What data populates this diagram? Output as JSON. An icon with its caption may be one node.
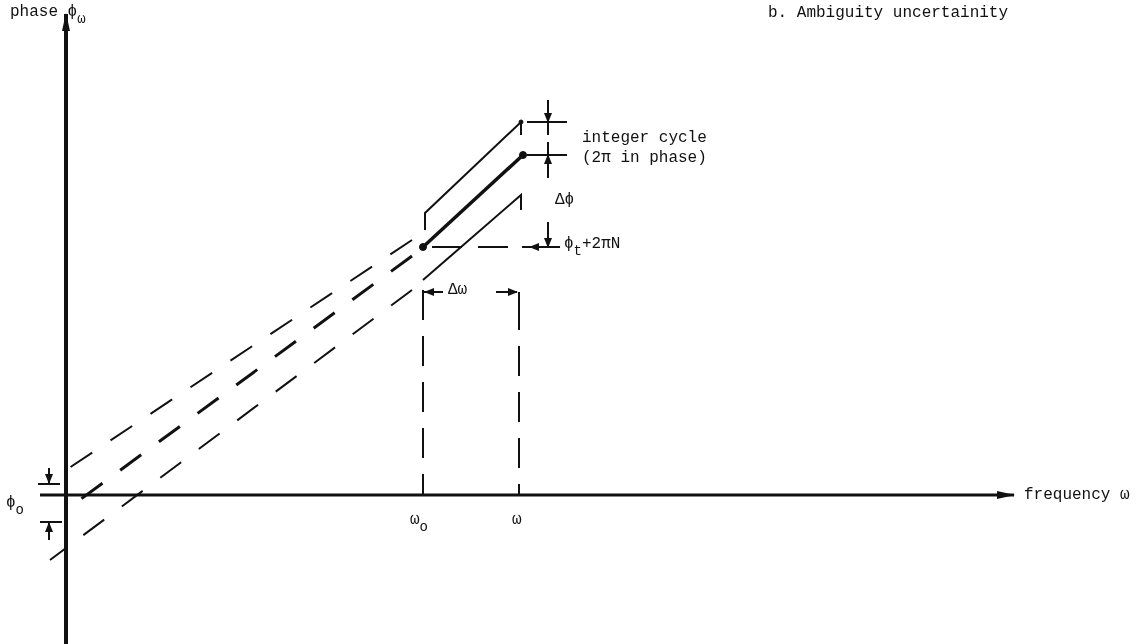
{
  "diagram": {
    "title": "b. Ambiguity uncertainity",
    "labels": [
      "phase ϕ$_{ω}$",
      "integer cycle (2π in phase)",
      "Δϕ",
      "ϕ$_{t}$+2πN",
      "Δω",
      "frequency ω",
      "ϕ$_{o}$",
      "ω$_{o}$",
      "ω"
    ]
  }
}
